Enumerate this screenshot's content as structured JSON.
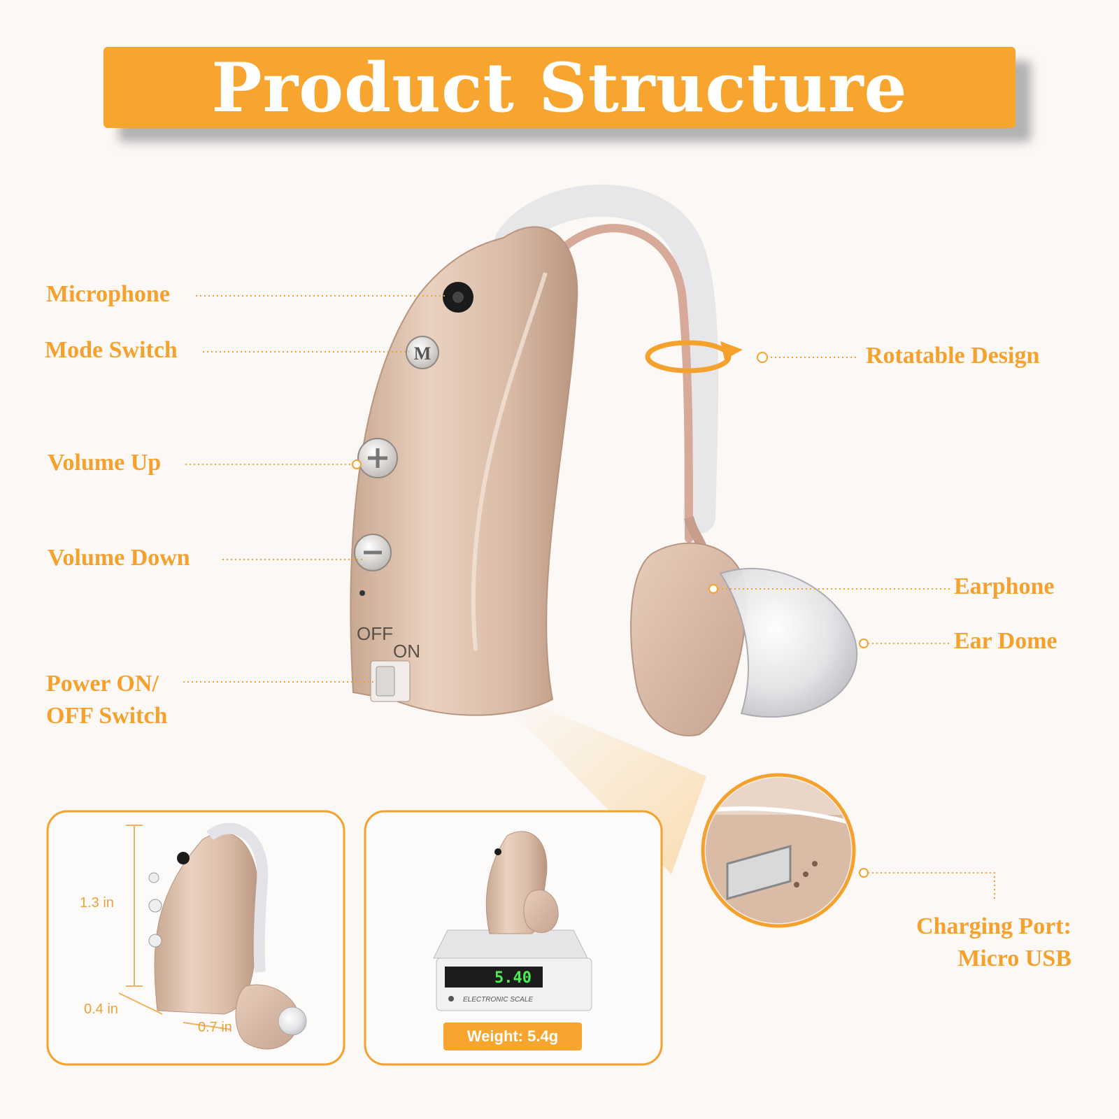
{
  "title": "Product Structure",
  "callouts": {
    "microphone": "Microphone",
    "mode_switch": "Mode Switch",
    "volume_up": "Volume Up",
    "volume_down": "Volume Down",
    "power_line1": "Power ON/",
    "power_line2": "OFF Switch",
    "rotatable": "Rotatable Design",
    "earphone": "Earphone",
    "ear_dome": "Ear Dome",
    "charging_line1": "Charging Port:",
    "charging_line2": "Micro USB"
  },
  "device": {
    "switch_off": "OFF",
    "switch_on": "ON",
    "mode_letter": "M"
  },
  "dimensions": {
    "height": "1.3 in",
    "depth": "0.4 in",
    "width": "0.7 in"
  },
  "scale": {
    "display": "5.40",
    "label": "ELECTRONIC SCALE"
  },
  "weight": "Weight: 5.4g",
  "colors": {
    "accent": "#f8a530",
    "callout_text": "#f5a12d",
    "device_body": "#d8b8a2",
    "background": "#fbf8f6"
  }
}
